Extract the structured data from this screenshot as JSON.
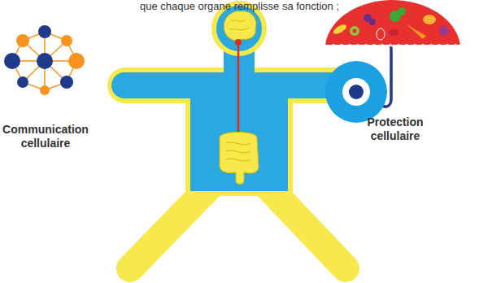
{
  "diagram": {
    "labels": [
      "que chaque organe remplisse sa fonction ;",
      "Communication cellulaire",
      "Protection cellulaire"
    ]
  }
}
